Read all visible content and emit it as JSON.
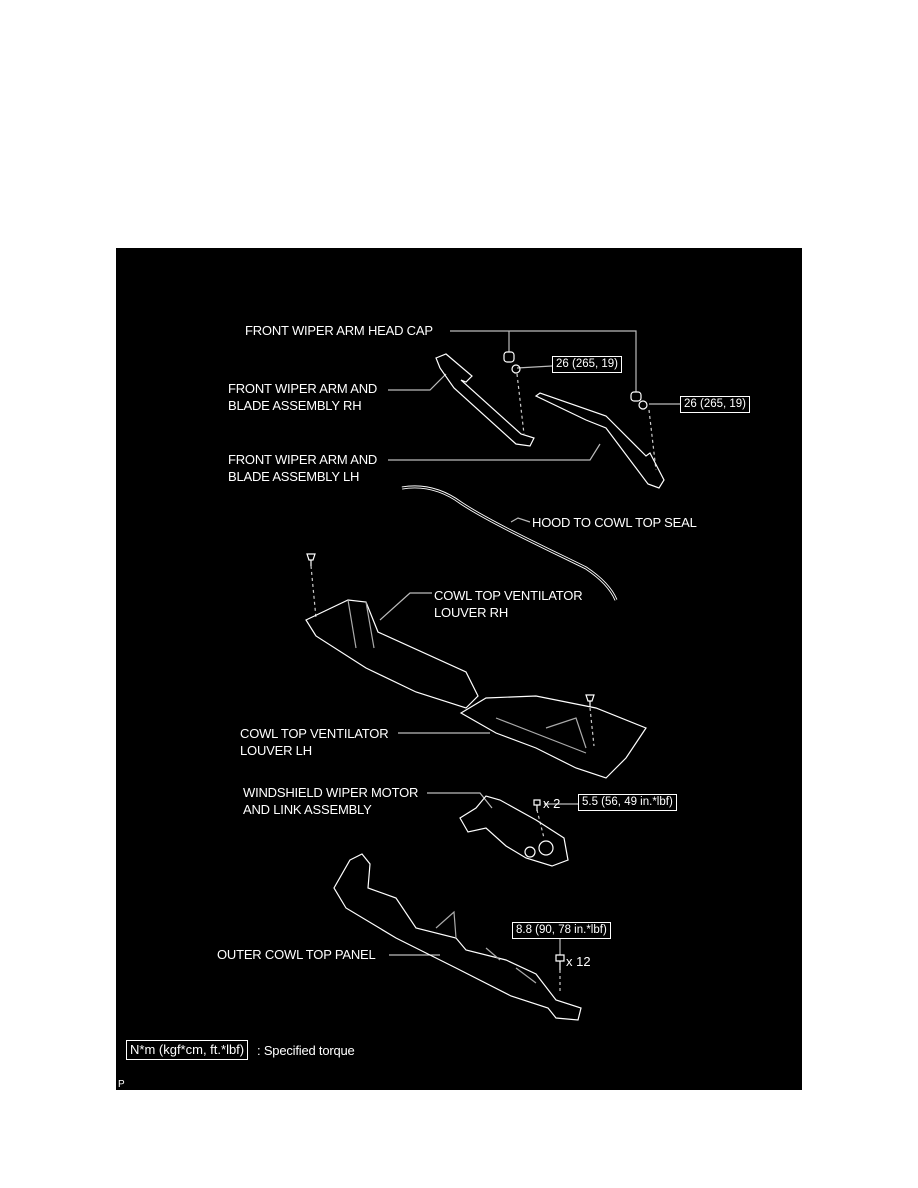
{
  "labels": {
    "head_cap": "FRONT WIPER ARM HEAD CAP",
    "arm_rh_1": "FRONT WIPER ARM AND",
    "arm_rh_2": "BLADE ASSEMBLY RH",
    "arm_lh_1": "FRONT WIPER ARM AND",
    "arm_lh_2": "BLADE ASSEMBLY LH",
    "seal": "HOOD TO COWL TOP SEAL",
    "louver_rh_1": "COWL TOP VENTILATOR",
    "louver_rh_2": "LOUVER RH",
    "louver_lh_1": "COWL TOP VENTILATOR",
    "louver_lh_2": "LOUVER LH",
    "motor_1": "WINDSHIELD WIPER MOTOR",
    "motor_2": "AND LINK ASSEMBLY",
    "outer_panel": "OUTER COWL TOP PANEL"
  },
  "torques": {
    "nut_rh": "26 (265, 19)",
    "nut_lh": "26 (265, 19)",
    "motor_bolt": "5.5 (56, 49 in.*lbf)",
    "panel_bolt": "8.8 (90, 78 in.*lbf)"
  },
  "quantities": {
    "motor_bolt": "x 2",
    "panel_bolt": "x 12"
  },
  "legend": {
    "unit_box": "N*m (kgf*cm, ft.*lbf)",
    "text": ": Specified torque"
  },
  "corner_mark": "P"
}
